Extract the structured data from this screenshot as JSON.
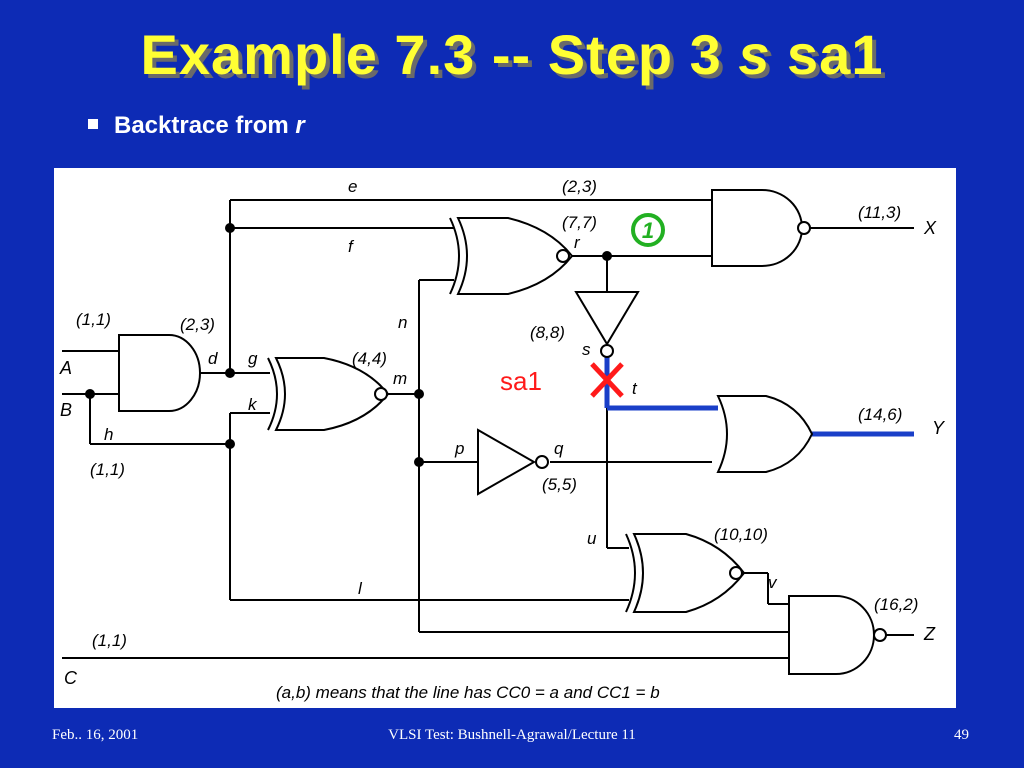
{
  "slide": {
    "title_main": "Example 7.3 -- Step 3",
    "title_italic": "s",
    "title_tail": "sa1",
    "bullet_text": "Backtrace from",
    "bullet_italic": "r"
  },
  "diagram": {
    "signals": {
      "e": "e",
      "f": "f",
      "n": "n",
      "d": "d",
      "g": "g",
      "k": "k",
      "m": "m",
      "h": "h",
      "p": "p",
      "q": "q",
      "r": "r",
      "s": "s",
      "t": "t",
      "u": "u",
      "v": "v",
      "l": "l"
    },
    "inputs": {
      "A": "A",
      "B": "B",
      "C": "C"
    },
    "outputs": {
      "X": "X",
      "Y": "Y",
      "Z": "Z"
    },
    "measures": {
      "a_in": "(1,1)",
      "h_in": "(1,1)",
      "d_out": "(2,3)",
      "m_out": "(4,4)",
      "e_line": "(2,3)",
      "r_out": "(7,7)",
      "s_out": "(8,8)",
      "q_out": "(5,5)",
      "x_out": "(11,3)",
      "y_out": "(14,6)",
      "v_out": "(10,10)",
      "z_out": "(16,2)",
      "c_in": "(1,1)"
    },
    "step_marker": "1",
    "fault_label": "sa1",
    "caption": "(a,b) means that the line has CC0 = a and CC1 = b",
    "colors": {
      "highlight_path": "#1a3fc8",
      "fault_mark": "#ff1a1a",
      "step_circle": "#22b022"
    }
  },
  "footer": {
    "date": "Feb.. 16, 2001",
    "center": "VLSI Test: Bushnell-Agrawal/Lecture 11",
    "page": "49"
  }
}
